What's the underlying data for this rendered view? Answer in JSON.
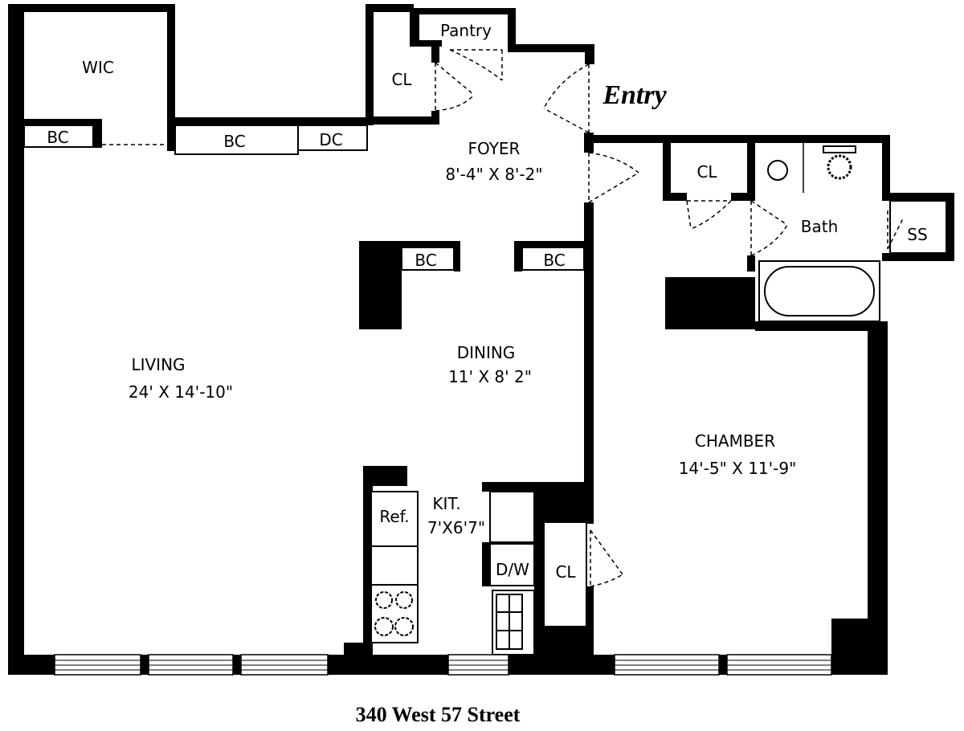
{
  "plan": {
    "address": "340 West 57 Street",
    "entry_label": "Entry",
    "rooms": {
      "wic": "WIC",
      "bc_left": "BC",
      "bc_top": "BC",
      "dc": "DC",
      "pantry": "Pantry",
      "cl_foyer": "CL",
      "foyer": {
        "name": "FOYER",
        "dims": "8'-4\" X 8'-2\""
      },
      "cl_bedroom": "CL",
      "bath": "Bath",
      "ss": "SS",
      "bc_dining_left": "BC",
      "bc_dining_right": "BC",
      "living": {
        "name": "LIVING",
        "dims": "24' X 14'-10\""
      },
      "dining": {
        "name": "DINING",
        "dims": "11' X 8' 2\""
      },
      "chamber": {
        "name": "CHAMBER",
        "dims": "14'-5\" X 11'-9\""
      },
      "ref": "Ref.",
      "kitchen": {
        "name": "KIT.",
        "dims": "7'X6'7\""
      },
      "dw": "D/W",
      "cl_kitchen": "CL"
    }
  }
}
